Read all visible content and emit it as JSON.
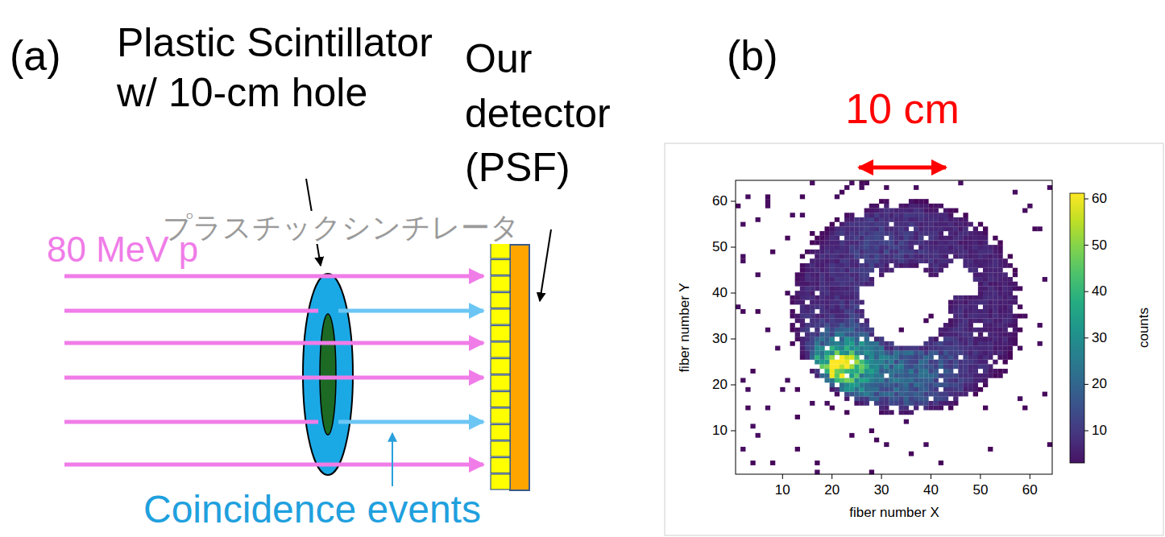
{
  "diagram": {
    "labels": [
      "(a)",
      "Plastic Scintillator w/ 10-cm hole",
      "Our detector (PSF)",
      "プラスチックシンチレータ",
      "80 MeV p",
      "Coincidence events",
      "(b)",
      "10 cm",
      "10",
      "20",
      "30",
      "40",
      "50",
      "60",
      "10",
      "20",
      "30",
      "40",
      "50",
      "60",
      "fiber number X",
      "fiber number Y",
      "10",
      "20",
      "30",
      "40",
      "50",
      "60",
      "counts"
    ]
  }
}
